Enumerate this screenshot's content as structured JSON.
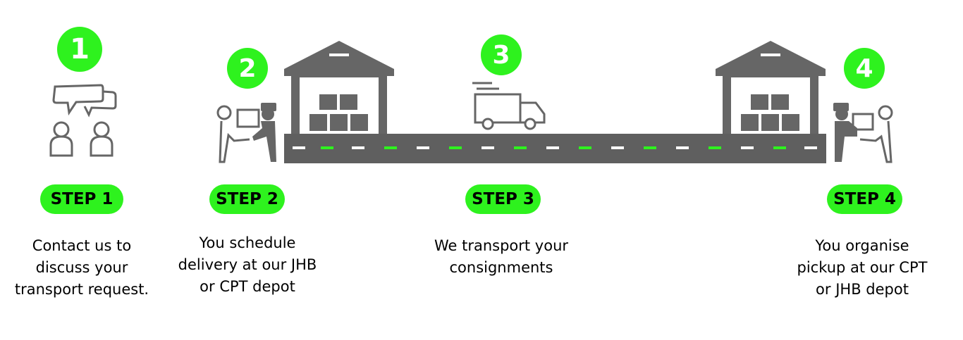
{
  "steps": [
    {
      "number": "1",
      "label": "STEP 1",
      "desc": [
        "Contact us to",
        "discuss your",
        "transport request."
      ]
    },
    {
      "number": "2",
      "label": "STEP 2",
      "desc": [
        "You schedule",
        "delivery at our JHB",
        "or CPT depot"
      ]
    },
    {
      "number": "3",
      "label": "STEP 3",
      "desc": [
        "We transport your",
        "consignments"
      ]
    },
    {
      "number": "4",
      "label": "STEP 4",
      "desc": [
        "You organise",
        "pickup at our CPT",
        "or JHB depot"
      ]
    }
  ],
  "colors": {
    "accent": "#2ef21e",
    "icon": "#666666",
    "road": "#5f5f5f"
  }
}
